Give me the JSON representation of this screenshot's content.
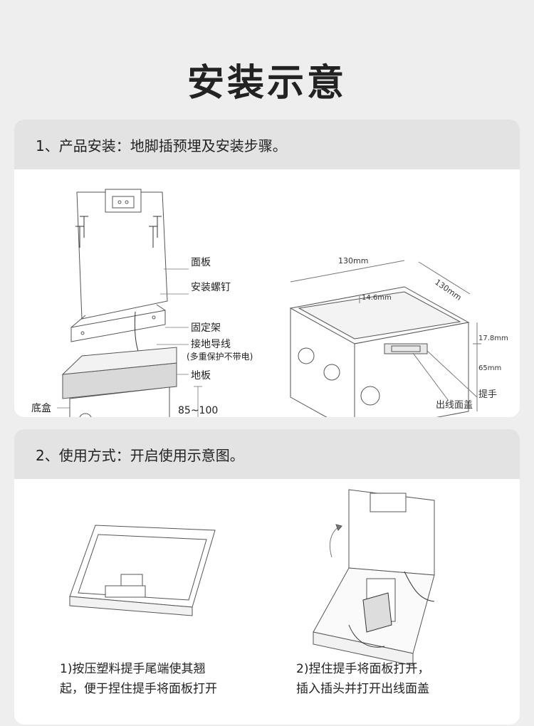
{
  "title": "安装示意",
  "section1": {
    "heading": "1、产品安装：地脚插预埋及安装步骤。",
    "labels": {
      "panel": "面板",
      "screws": "安装螺钉",
      "bracket": "固定架",
      "ground_wire": "接地导线",
      "ground_note": "(多重保护不带电)",
      "floor": "地板",
      "box": "底盒",
      "depth": "85~100"
    },
    "dims": {
      "w1": "130mm",
      "w2": "130mm",
      "d1": "14.6mm",
      "h1": "17.8mm",
      "h2": "65mm",
      "handle": "提手",
      "cover": "出线面盖"
    }
  },
  "section2": {
    "heading": "2、使用方式：开启使用示意图。",
    "step1": {
      "line1": "1)按压塑料提手尾端使其翘",
      "line2": "起，便于捏住提手将面板打开"
    },
    "step2": {
      "line1": "2)捏住提手将面板打开，",
      "line2": "插入插头并打开出线面盖"
    }
  }
}
